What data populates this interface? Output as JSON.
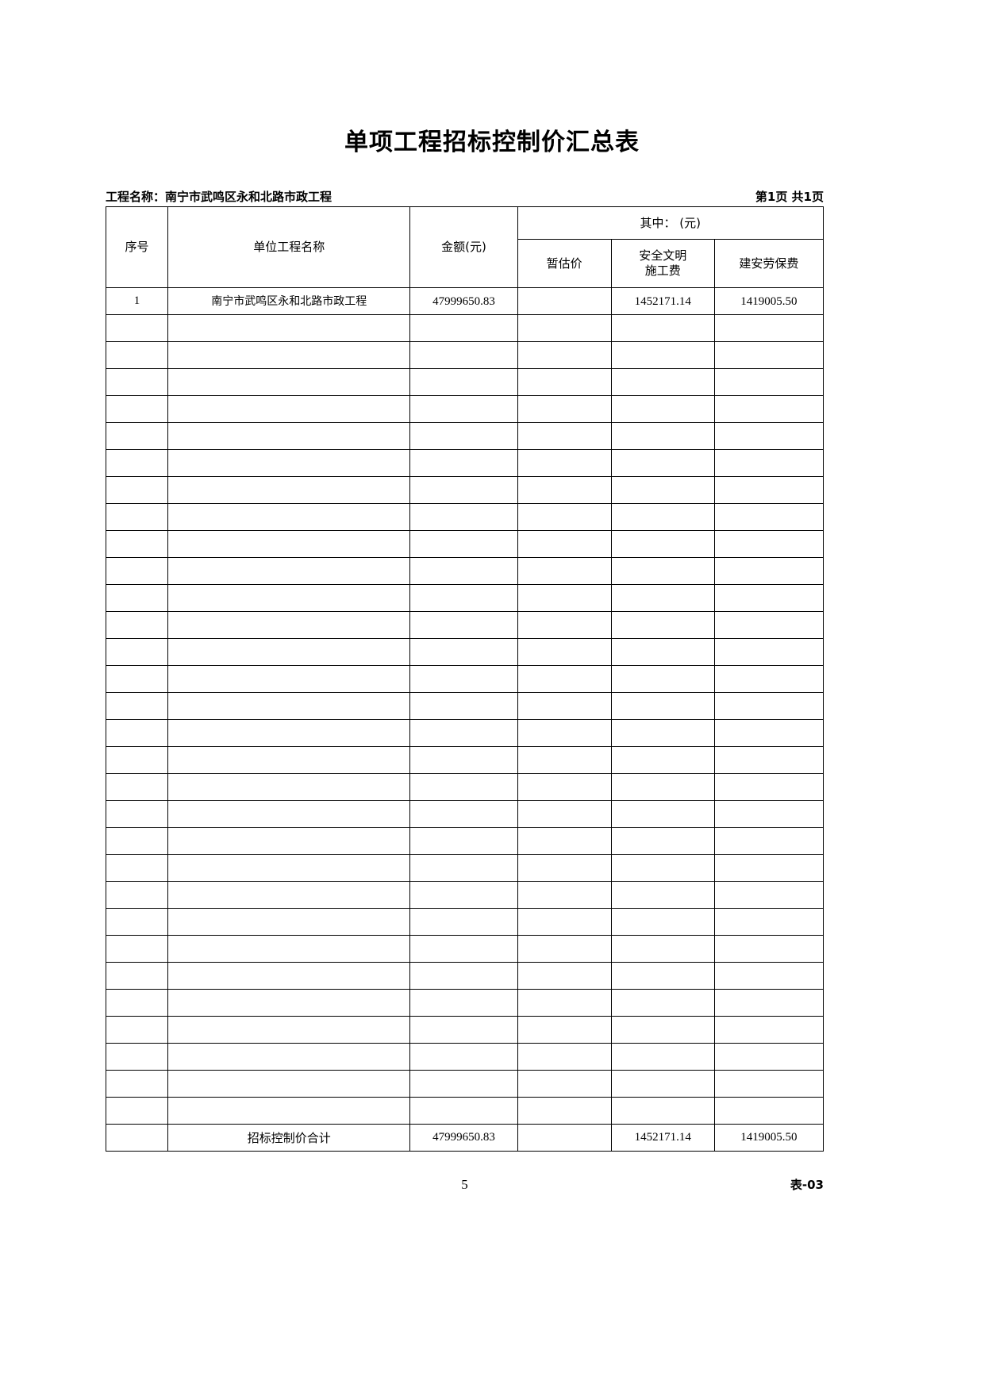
{
  "document": {
    "title": "单项工程招标控制价汇总表",
    "form_code": "表-03",
    "page_number": "5"
  },
  "meta": {
    "project_label": "工程名称：",
    "project_name": "南宁市武鸣区永和北路市政工程",
    "page_indicator": "第1页  共1页"
  },
  "table": {
    "headers": {
      "seq": "序号",
      "unit_project_name": "单位工程名称",
      "amount": "金额(元)",
      "group": "其中：   (元)",
      "provisional": "暂估价",
      "safety_civilized_line1": "安全文明",
      "safety_civilized_line2": "施工费",
      "labor_insurance": "建安劳保费"
    },
    "rows": [
      {
        "seq": "1",
        "name": "南宁市武鸣区永和北路市政工程",
        "amount": "47999650.83",
        "provisional": "",
        "safety": "1452171.14",
        "labor": "1419005.50"
      }
    ],
    "blank_row_count": 30,
    "total": {
      "seq": "",
      "label": "招标控制价合计",
      "amount": "47999650.83",
      "provisional": "",
      "safety": "1452171.14",
      "labor": "1419005.50"
    }
  },
  "colors": {
    "border": "#000000",
    "text": "#000000",
    "background": "#ffffff"
  }
}
